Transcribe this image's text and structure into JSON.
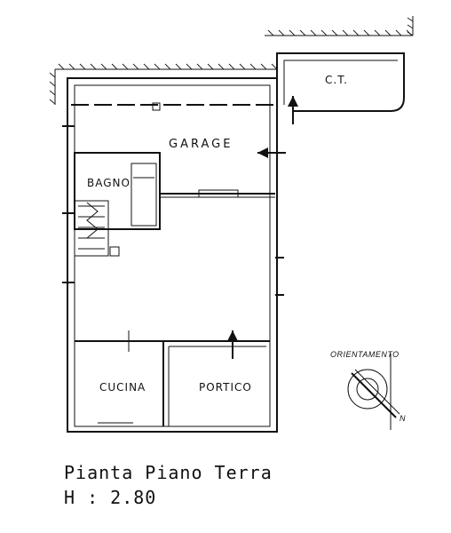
{
  "rooms": {
    "ct": "C.T.",
    "garage": "GARAGE",
    "bagno": "BAGNO",
    "cucina": "CUCINA",
    "portico": "PORTICO"
  },
  "compass": {
    "label": "ORIENTAMENTO",
    "north": "N"
  },
  "caption": {
    "title": "Pianta Piano Terra",
    "height": "H : 2.80"
  }
}
